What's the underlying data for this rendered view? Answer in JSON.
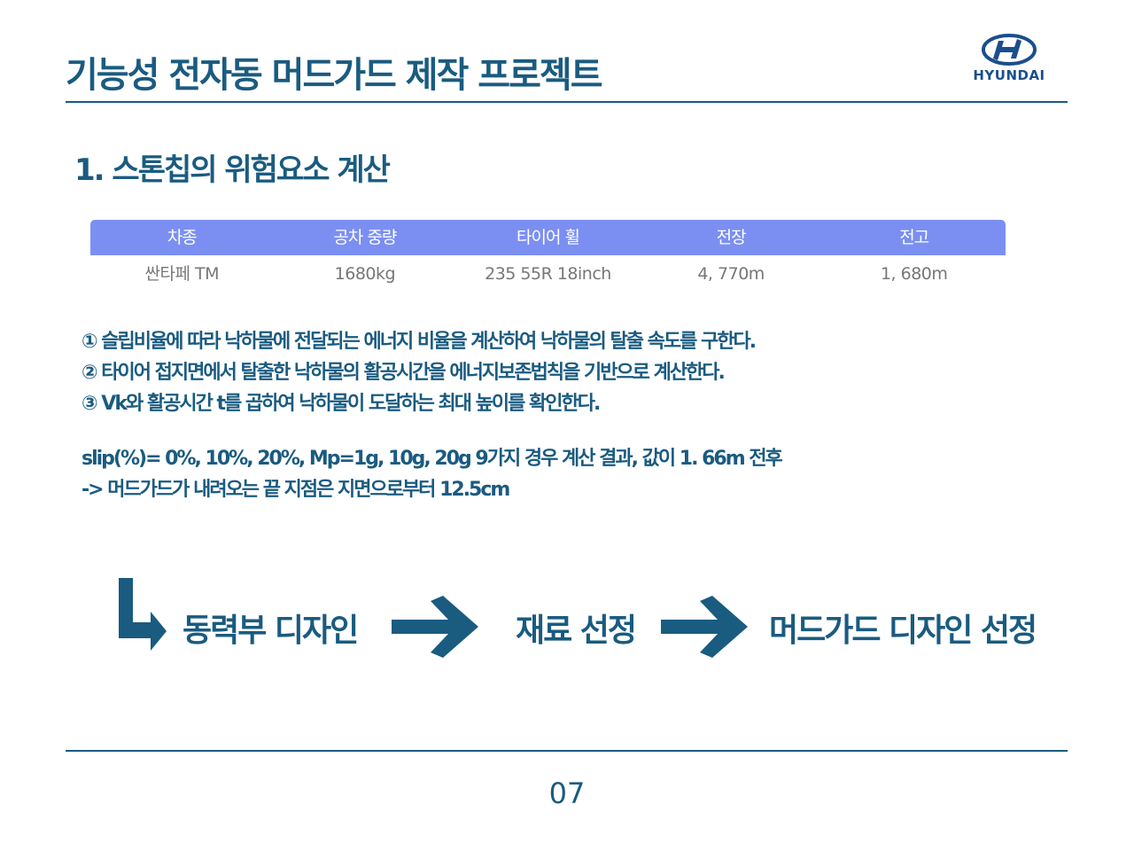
{
  "header": {
    "title": "기능성 전자동 머드가드 제작 프로젝트",
    "logo_text": "HYUNDAI"
  },
  "section": {
    "title": "1. 스톤칩의 위험요소 계산"
  },
  "spec_table": {
    "headers": [
      "차종",
      "공차 중량",
      "타이어 휠",
      "전장",
      "전고"
    ],
    "row": [
      "싼타페 TM",
      "1680kg",
      "235 55R 18inch",
      "4, 770m",
      "1, 680m"
    ]
  },
  "steps": [
    "① 슬립비율에 따라 낙하물에 전달되는 에너지 비율을 계산하여 낙하물의 탈출 속도를 구한다.",
    "② 타이어 접지면에서 탈출한 낙하물의 활공시간을 에너지보존법칙을 기반으로 계산한다.",
    "③ Vk와 활공시간 t를 곱하여 낙하물이 도달하는 최대 높이를 확인한다."
  ],
  "result": {
    "line1": "slip(%)= 0%, 10%, 20%, Mp=1g, 10g, 20g 9가지 경우 계산 결과, 값이 1. 66m 전후",
    "line2": "-> 머드가드가 내려오는 끝 지점은 지면으로부터 12.5cm"
  },
  "flow": {
    "steps": [
      "동력부 디자인",
      "재료 선정",
      "머드가드 디자인 선정"
    ]
  },
  "footer": {
    "page_number": "07"
  },
  "colors": {
    "primary": "#1a5b80",
    "table_header": "#7b8ff2",
    "logo": "#1a4f8c"
  }
}
